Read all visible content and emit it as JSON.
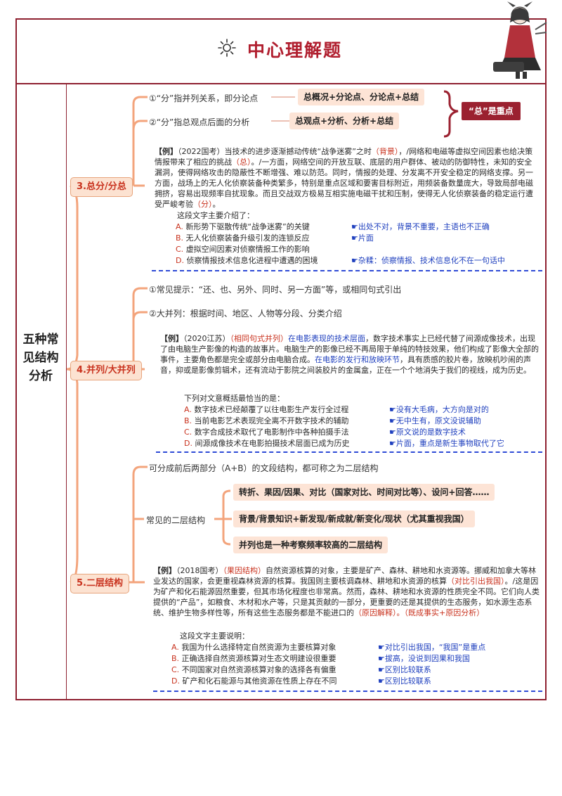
{
  "header": {
    "title": "中心理解题"
  },
  "root": {
    "label": "五种常见结构分析"
  },
  "emphasis": {
    "badge": "“总”是重点"
  },
  "sec3": {
    "label": "3.总分/分总",
    "notes": [
      {
        "text": "①“分”指并列关系，即分论点",
        "pill": "总概况+分论点、分论点+总结"
      },
      {
        "text": "②“分”指总观点后面的分析",
        "pill": "总观点+分析、分析+总结"
      }
    ],
    "example": {
      "lead": "【例】",
      "src": "（2022国考）",
      "p1": "当技术的进步逐渐撼动传统“战争迷雾”之时",
      "p1r": "（背景）",
      "p2": "，/网络和电磁等虚拟空间因素也给决策情报带来了相应的挑战",
      "p2r": "（总）",
      "p3": "。/一方面，网络空间的开放互联、底层的用户群体、被动的防御特性，未知的安全漏洞，使得网络攻击的隐蔽性不断增强、难以防范。同时，情报的处理、分发离不开安全稳定的网络支撑。另一方面，战场上的无人化侦察装备种类繁多，特别是重点区域和要害目标附近，用频装备数量庞大，导致局部电磁拥挤，容易出现频率自扰现象。而且交战双方极易互相实施电磁干扰和压制，使得无人化侦察装备的稳定运行遭受严峻考验",
      "p3r": "（分）",
      "p4": "。",
      "question": "这段文字主要介绍了："
    },
    "options": [
      {
        "key": "A.",
        "text": "新形势下驱散传统“战争迷雾”的关键",
        "remark": "☛出处不对，背景不重要，主语也不正确"
      },
      {
        "key": "B.",
        "text": "无人化侦察装备升级引发的连锁反应",
        "remark": "☛片面"
      },
      {
        "key": "C.",
        "text": "虚拟空间因素对侦察情报工作的影响",
        "remark": ""
      },
      {
        "key": "D.",
        "text": "侦察情报技术信息化进程中遭遇的困境",
        "remark": "☛杂糅：侦察情报、技术信息化不在一句话中"
      }
    ]
  },
  "sec4": {
    "label": "4.并列/大并列",
    "notes": [
      "①常见提示：“还、也、另外、同时、另一方面”等，或相同句式引出",
      "②大并列：根据时间、地区、人物等分段、分类介绍"
    ],
    "example": {
      "lead": "【例】",
      "src": "（2020江苏）",
      "r1": "（相同句式并列）",
      "b1": "在电影表现的技术层面",
      "p1": "，数字技术事实上已经代替了间源成像技术，出现了由电脑生产影像的构造的故事片。电脑生产的影像已经不再局限于单纯的特技效果，他们构成了影像大全部的事件，主要角色都是完全或部分由电脑合成。",
      "b2": "在电影的发行和放映环节",
      "p2": "，具有质感的胶片卷，放映机吵闹的声音，抑或是影像剪辑术，还有流动于影院之间装胶片的金属盒，正在一个个地消失于我们的视线，成为历史。",
      "question": "下列对文意概括最恰当的是："
    },
    "options": [
      {
        "key": "A.",
        "text": "数字技术已经颠覆了以往电影生产发行全过程",
        "remark": "☛没有大毛病，大方向是对的"
      },
      {
        "key": "B.",
        "text": "当前电影艺术表现完全离不开数字技术的辅助",
        "remark": "☛无中生有，原文没说辅助"
      },
      {
        "key": "C.",
        "text": "数字合成技术取代了电影制作中各种拍摄手法",
        "remark": "☛原文说的是数字技术"
      },
      {
        "key": "D.",
        "text": "间源成像技术在电影拍摄技术层面已成为历史",
        "remark": "☛片面，重点是新生事物取代了它"
      }
    ]
  },
  "sec5": {
    "label": "5.二层结构",
    "note": "可分成前后两部分（A+B）的文段结构，都可称之为二层结构",
    "sub_label": "常见的二层结构",
    "pills": [
      "转折、果因/因果、对比（国家对比、时间对比等）、设问+回答……",
      "背景/背景知识+新发现/新成就/新变化/现状（尤其重视我国）",
      "并列也是一种考察频率较高的二层结构"
    ],
    "example": {
      "lead": "【例】",
      "src": "（2018国考）",
      "r0": "（果因结构）",
      "p1": "自然资源核算的对象，主要是矿产、森林、耕地和水资源等。挪威和加拿大等林业发达的国家，会更重视森林资源的核算。我国则主要核调森林、耕地和水资源的核算",
      "r1": "（对比引出我国）",
      "p2": "。/这是因为矿产和化石能源固然重要，但其市场化程度也非常高。然而，森林、耕地和水资源的性质完全不同。它们向人类提供的“产品”，如粮食、木材和水产等，只是其贡献的一部分，更重要的还是其提供的生态服务，如水源生态系统、维护生物多样性等，所有这些生态服务都是不能进口的",
      "r2": "（原因解释）",
      "p3": "。（既成事实+原因分析）",
      "question": "这段文字主要说明："
    },
    "options": [
      {
        "key": "A.",
        "text": "我国为什么选择特定自然资源为主要核算对象",
        "remark": "☛对比引出我国，“我国”是重点"
      },
      {
        "key": "B.",
        "text": "正确选择自然资源核算对生态文明建设很重要",
        "remark": "☛拔高，没说到因果和我国"
      },
      {
        "key": "C.",
        "text": "不同国家对自然资源核算对象的选择各有偏重",
        "remark": "☛区别比较联系"
      },
      {
        "key": "D.",
        "text": "矿产和化石能源与其他资源在性质上存在不同",
        "remark": "☛区别比较联系"
      }
    ]
  }
}
